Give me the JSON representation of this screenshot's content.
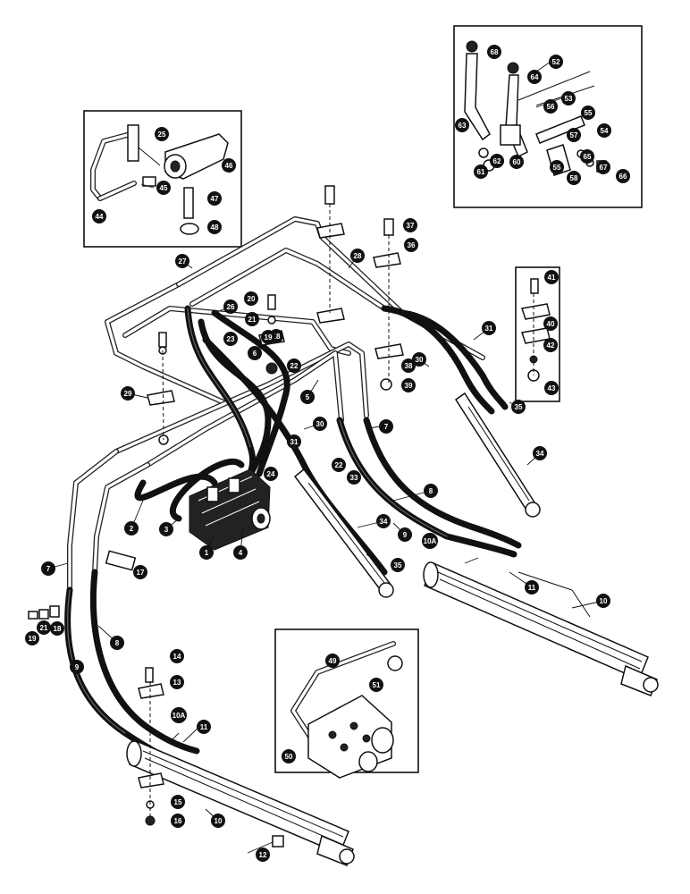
{
  "callouts": [
    {
      "id": "c1",
      "label": "1"
    },
    {
      "id": "c2",
      "label": "2"
    },
    {
      "id": "c3",
      "label": "3"
    },
    {
      "id": "c4",
      "label": "4"
    },
    {
      "id": "c5",
      "label": "5"
    },
    {
      "id": "c6",
      "label": "6"
    },
    {
      "id": "c7a",
      "label": "7"
    },
    {
      "id": "c7b",
      "label": "7"
    },
    {
      "id": "c8a",
      "label": "8"
    },
    {
      "id": "c8b",
      "label": "8"
    },
    {
      "id": "c9a",
      "label": "9"
    },
    {
      "id": "c9b",
      "label": "9"
    },
    {
      "id": "c10a",
      "label": "10"
    },
    {
      "id": "c10b",
      "label": "10"
    },
    {
      "id": "c10Aa",
      "label": "10A"
    },
    {
      "id": "c10Ab",
      "label": "10A"
    },
    {
      "id": "c11a",
      "label": "11"
    },
    {
      "id": "c11b",
      "label": "11"
    },
    {
      "id": "c12",
      "label": "12"
    },
    {
      "id": "c13",
      "label": "13"
    },
    {
      "id": "c14",
      "label": "14"
    },
    {
      "id": "c15",
      "label": "15"
    },
    {
      "id": "c16",
      "label": "16"
    },
    {
      "id": "c17",
      "label": "17"
    },
    {
      "id": "c18a",
      "label": "18"
    },
    {
      "id": "c18b",
      "label": "18"
    },
    {
      "id": "c19a",
      "label": "19"
    },
    {
      "id": "c19b",
      "label": "19"
    },
    {
      "id": "c20",
      "label": "20"
    },
    {
      "id": "c21a",
      "label": "21"
    },
    {
      "id": "c21b",
      "label": "21"
    },
    {
      "id": "c22a",
      "label": "22"
    },
    {
      "id": "c22b",
      "label": "22"
    },
    {
      "id": "c23",
      "label": "23"
    },
    {
      "id": "c24",
      "label": "24"
    },
    {
      "id": "c25",
      "label": "25"
    },
    {
      "id": "c26",
      "label": "26"
    },
    {
      "id": "c27",
      "label": "27"
    },
    {
      "id": "c28",
      "label": "28"
    },
    {
      "id": "c29",
      "label": "29"
    },
    {
      "id": "c30a",
      "label": "30"
    },
    {
      "id": "c30b",
      "label": "30"
    },
    {
      "id": "c31a",
      "label": "31"
    },
    {
      "id": "c31b",
      "label": "31"
    },
    {
      "id": "c33",
      "label": "33"
    },
    {
      "id": "c34a",
      "label": "34"
    },
    {
      "id": "c34b",
      "label": "34"
    },
    {
      "id": "c35a",
      "label": "35"
    },
    {
      "id": "c35b",
      "label": "35"
    },
    {
      "id": "c36",
      "label": "36"
    },
    {
      "id": "c37",
      "label": "37"
    },
    {
      "id": "c38",
      "label": "38"
    },
    {
      "id": "c39",
      "label": "39"
    },
    {
      "id": "c40",
      "label": "40"
    },
    {
      "id": "c41",
      "label": "41"
    },
    {
      "id": "c42",
      "label": "42"
    },
    {
      "id": "c43",
      "label": "43"
    },
    {
      "id": "c44",
      "label": "44"
    },
    {
      "id": "c45",
      "label": "45"
    },
    {
      "id": "c46",
      "label": "46"
    },
    {
      "id": "c47",
      "label": "47"
    },
    {
      "id": "c48",
      "label": "48"
    },
    {
      "id": "c49",
      "label": "49"
    },
    {
      "id": "c50",
      "label": "50"
    },
    {
      "id": "c51",
      "label": "51"
    },
    {
      "id": "c52",
      "label": "52"
    },
    {
      "id": "c53",
      "label": "53"
    },
    {
      "id": "c54",
      "label": "54"
    },
    {
      "id": "c55a",
      "label": "55"
    },
    {
      "id": "c55b",
      "label": "55"
    },
    {
      "id": "c56",
      "label": "56"
    },
    {
      "id": "c57",
      "label": "57"
    },
    {
      "id": "c58",
      "label": "58"
    },
    {
      "id": "c60",
      "label": "60"
    },
    {
      "id": "c61",
      "label": "61"
    },
    {
      "id": "c62",
      "label": "62"
    },
    {
      "id": "c63",
      "label": "63"
    },
    {
      "id": "c64",
      "label": "64"
    },
    {
      "id": "c65",
      "label": "65"
    },
    {
      "id": "c66",
      "label": "66"
    },
    {
      "id": "c67",
      "label": "67"
    },
    {
      "id": "c68",
      "label": "68"
    }
  ]
}
